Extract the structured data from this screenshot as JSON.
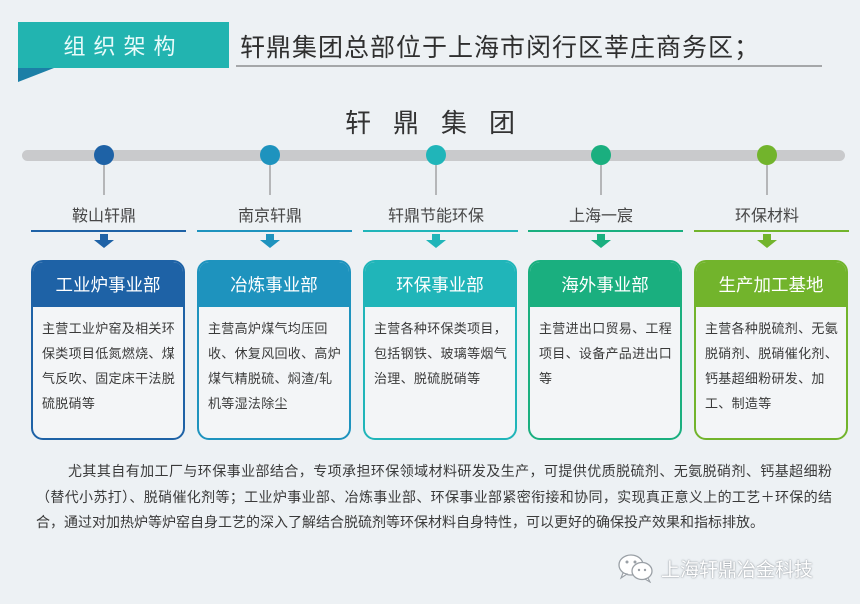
{
  "header": {
    "tag_label": "组织架构",
    "heading": "轩鼎集团总部位于上海市闵行区莘庄商务区；"
  },
  "group": {
    "title": "轩鼎集团"
  },
  "colors": {
    "background": "#edf1f4",
    "tag": "#22b4b0",
    "tag_fold": "#1c7fa6",
    "timeline": "#c9cacc"
  },
  "branches": [
    {
      "name": "鞍山轩鼎",
      "color": "#1e62a6",
      "department": "工业炉事业部",
      "description": "主营工业炉窑及相关环保类项目低氮燃烧、煤气反吹、固定床干法脱硫脱硝等"
    },
    {
      "name": "南京轩鼎",
      "color": "#1e93be",
      "department": "冶炼事业部",
      "description": "主营高炉煤气均压回收、休复风回收、高炉煤气精脱硫、焖渣/轧机等湿法除尘"
    },
    {
      "name": "轩鼎节能环保",
      "color": "#20b5b9",
      "department": "环保事业部",
      "description": "主营各种环保类项目，包括钢铁、玻璃等烟气治理、脱硫脱硝等"
    },
    {
      "name": "上海一宸",
      "color": "#1aaf7f",
      "department": "海外事业部",
      "description": "主营进出口贸易、工程项目、设备产品进出口等"
    },
    {
      "name": "环保材料",
      "color": "#72b42c",
      "department": "生产加工基地",
      "description": "主营各种脱硫剂、无氨脱硝剂、脱硝催化剂、钙基超细粉研发、加工、制造等"
    }
  ],
  "paragraph": {
    "text": "尤其其自有加工厂与环保事业部结合，专项承担环保领域材料研发及生产，可提供优质脱硫剂、无氨脱硝剂、钙基超细粉（替代小苏打）、脱硝催化剂等；工业炉事业部、冶炼事业部、环保事业部紧密衔接和协同，实现真正意义上的工艺＋环保的结合，通过对加热炉等炉窑自身工艺的深入了解结合脱硫剂等环保材料自身特性，可以更好的确保投产效果和指标排放。"
  },
  "watermark": {
    "icon": "wechat-icon",
    "text": "上海轩鼎冶金科技"
  }
}
